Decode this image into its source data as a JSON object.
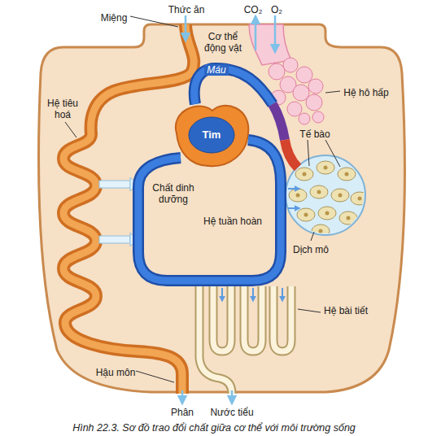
{
  "diagram": {
    "caption": "Hình 22.3. Sơ đồ trao đổi chất giữa cơ thể với môi trường sống",
    "nodes": [
      {
        "text": [
          "Cơ thể động vật"
        ]
      },
      {
        "text": [
          "Tim"
        ],
        "in": 0
      }
    ],
    "labels": [
      "Miệng",
      "Thức ăn",
      "CO₂",
      "O₂",
      "Hệ hô hấp",
      "Hệ tiêu hoá",
      "Máu",
      "Tế bào",
      "Chất dinh dưỡng",
      "Hệ tuần hoàn",
      "Dịch mô",
      "Hệ bài tiết",
      "Hậu môn",
      "Phân",
      "Nước tiểu"
    ]
  }
}
